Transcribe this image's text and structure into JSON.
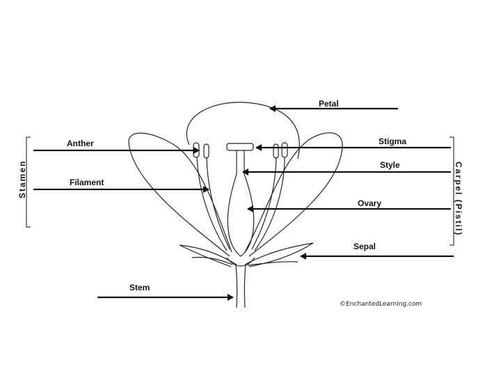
{
  "labels": {
    "petal": "Petal",
    "anther": "Anther",
    "stigma": "Stigma",
    "style": "Style",
    "filament": "Filament",
    "ovary": "Ovary",
    "sepal": "Sepal",
    "stem": "Stem"
  },
  "groups": {
    "stamen": "Stamen",
    "carpel": "Carpel (Pistil)"
  },
  "credit": "©EnchantedLearning.com",
  "colors": {
    "ink": "#111111",
    "background": "#ffffff"
  }
}
